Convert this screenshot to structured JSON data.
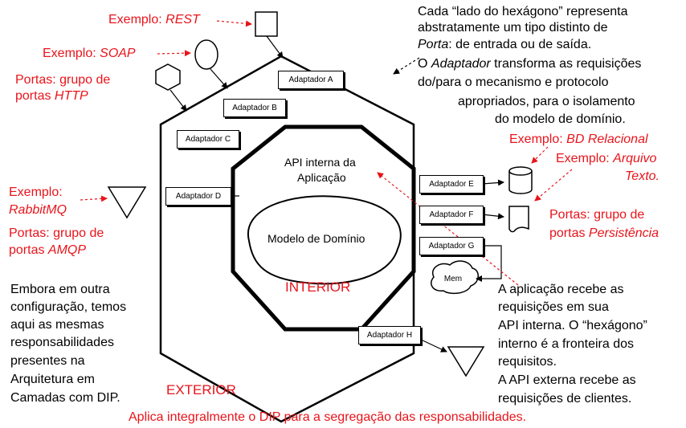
{
  "colors": {
    "accent": "#e8141b",
    "ink": "#000000"
  },
  "examples": {
    "rest": {
      "prefix": "Exemplo: ",
      "value": "REST"
    },
    "soap": {
      "prefix": "Exemplo: ",
      "value": "SOAP"
    },
    "http": {
      "line1": "Portas: grupo de",
      "line2_prefix": "portas ",
      "line2_value": "HTTP"
    },
    "rabbit": {
      "line1": "Exemplo:",
      "line2": "RabbitMQ"
    },
    "amqp": {
      "line1": "Portas: grupo de",
      "line2_prefix": "portas ",
      "line2_value": "AMQP"
    },
    "bd": {
      "prefix": "Exemplo: ",
      "value": "BD Relacional"
    },
    "arquivo": {
      "prefix": "Exemplo: ",
      "line1_value": "Arquivo",
      "line2_value": "Texto."
    },
    "persist": {
      "line1": "Portas: grupo de",
      "line2_prefix": "portas ",
      "line2_value": "Persistência"
    }
  },
  "notes": {
    "top_right": {
      "line1": "Cada “lado do hexágono” representa",
      "line2": "abstratamente um tipo distinto de",
      "line3_em": "Porta",
      "line3_rest": ": de entrada ou de saída.",
      "line4_pre": "O ",
      "line4_em": "Adaptador",
      "line4_post": " transforma as requisições",
      "line5": "do/para o mecanismo e protocolo",
      "line6": "apropriados, para o isolamento",
      "line7": "do modelo de domínio."
    },
    "left": [
      "Embora em outra",
      "configuração, temos",
      "aqui as mesmas",
      "responsabilidades",
      "presentes na",
      "Arquitetura em",
      "Camadas com DIP."
    ],
    "right": [
      "A aplicação recebe as",
      "requisições em sua",
      "API interna. O “hexágono”",
      "interno é a fronteira dos",
      "requisitos.",
      "A API externa recebe as",
      "requisições de clientes."
    ],
    "bottom": "Aplica integralmente o DIP para a segregação das responsabilidades."
  },
  "hexagon": {
    "inner_api": [
      "API interna da",
      "Aplicação"
    ],
    "domain": "Modelo de Domínio",
    "interior": "INTERIOR",
    "exterior": "EXTERIOR"
  },
  "adapters": {
    "a": "Adaptador A",
    "b": "Adaptador B",
    "c": "Adaptador C",
    "d": "Adaptador D",
    "e": "Adaptador E",
    "f": "Adaptador F",
    "g": "Adaptador G",
    "h": "Adaptador H"
  },
  "icons": {
    "mem_label": "Mem"
  }
}
